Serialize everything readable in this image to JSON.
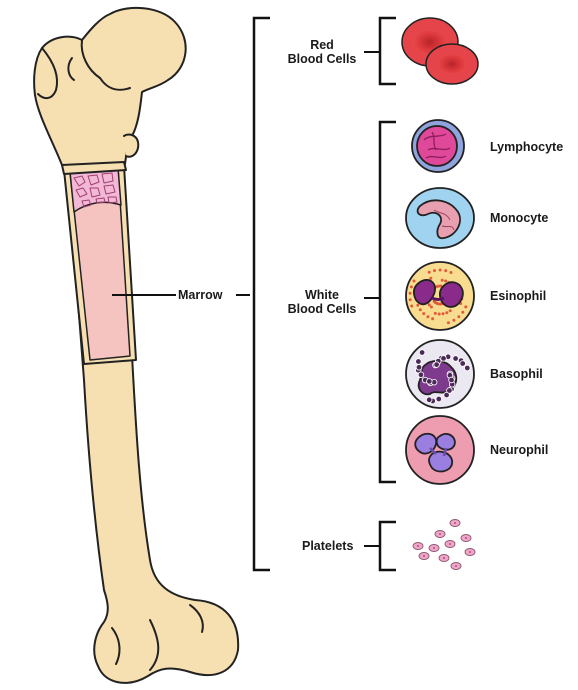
{
  "labels": {
    "marrow": "Marrow",
    "red_blood_cells": [
      "Red",
      "Blood Cells"
    ],
    "white_blood_cells": [
      "White",
      "Blood Cells"
    ],
    "platelets": "Platelets"
  },
  "white_cells": [
    {
      "id": "lymphocyte",
      "label": "Lymphocyte"
    },
    {
      "id": "monocyte",
      "label": "Monocyte"
    },
    {
      "id": "esinophil",
      "label": "Esinophil"
    },
    {
      "id": "basophil",
      "label": "Basophil"
    },
    {
      "id": "neurophil",
      "label": "Neurophil"
    }
  ],
  "colors": {
    "bone": "#f6dfb0",
    "bone_outline": "#222222",
    "marrow": "#f5c4c0",
    "spongy_bone": "#f2b8d5",
    "red_cell": "#d9363a",
    "red_cell_dark": "#b8232b",
    "lymphocyte_cyto": "#8fa3dc",
    "lymphocyte_nucleus": "#e0489a",
    "monocyte_cyto": "#9fd3ef",
    "monocyte_nucleus": "#e8a0b0",
    "eosinophil_cyto": "#f8dc90",
    "eosinophil_granule": "#e15b3a",
    "eosinophil_nucleus": "#8a2b8c",
    "basophil_cyto": "#ece8f2",
    "basophil_granule": "#4b2a59",
    "basophil_nucleus": "#7e3a8d",
    "neutrophil_cyto": "#ee9cb0",
    "neutrophil_nucleus": "#9a7ee0",
    "platelet": "#f0a6c8"
  }
}
